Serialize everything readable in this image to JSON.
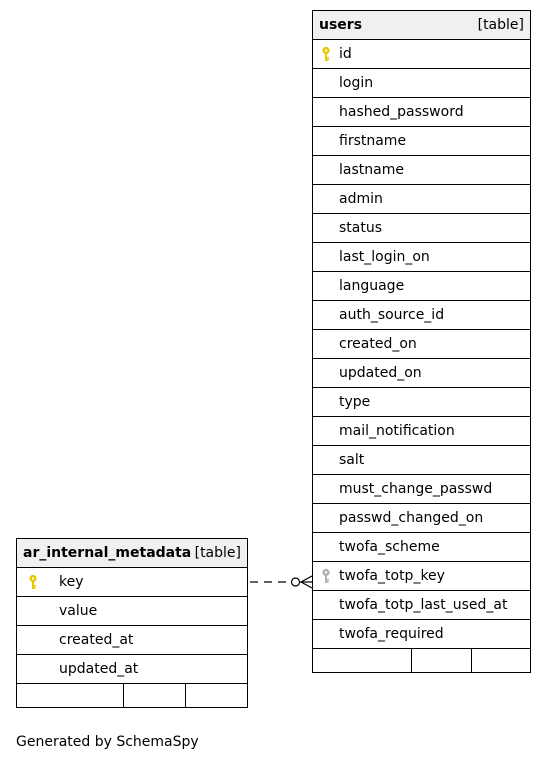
{
  "users_table": {
    "name": "users",
    "kind": "[table]",
    "columns": [
      {
        "name": "id",
        "icon": "primary-key-icon"
      },
      {
        "name": "login",
        "icon": ""
      },
      {
        "name": "hashed_password",
        "icon": ""
      },
      {
        "name": "firstname",
        "icon": ""
      },
      {
        "name": "lastname",
        "icon": ""
      },
      {
        "name": "admin",
        "icon": ""
      },
      {
        "name": "status",
        "icon": ""
      },
      {
        "name": "last_login_on",
        "icon": ""
      },
      {
        "name": "language",
        "icon": ""
      },
      {
        "name": "auth_source_id",
        "icon": ""
      },
      {
        "name": "created_on",
        "icon": ""
      },
      {
        "name": "updated_on",
        "icon": ""
      },
      {
        "name": "type",
        "icon": ""
      },
      {
        "name": "mail_notification",
        "icon": ""
      },
      {
        "name": "salt",
        "icon": ""
      },
      {
        "name": "must_change_passwd",
        "icon": ""
      },
      {
        "name": "passwd_changed_on",
        "icon": ""
      },
      {
        "name": "twofa_scheme",
        "icon": ""
      },
      {
        "name": "twofa_totp_key",
        "icon": "foreign-key-icon"
      },
      {
        "name": "twofa_totp_last_used_at",
        "icon": ""
      },
      {
        "name": "twofa_required",
        "icon": ""
      }
    ]
  },
  "ar_internal_metadata_table": {
    "name": "ar_internal_metadata",
    "kind": "[table]",
    "columns": [
      {
        "name": "key",
        "icon": "primary-key-icon"
      },
      {
        "name": "value",
        "icon": ""
      },
      {
        "name": "created_at",
        "icon": ""
      },
      {
        "name": "updated_at",
        "icon": ""
      }
    ]
  },
  "footer": {
    "generated_by": "Generated by SchemaSpy"
  },
  "colors": {
    "primary_key": "#e6c800",
    "foreign_key": "#b0b0b0",
    "header_bg": "#f0f0f0",
    "border": "#000000"
  }
}
